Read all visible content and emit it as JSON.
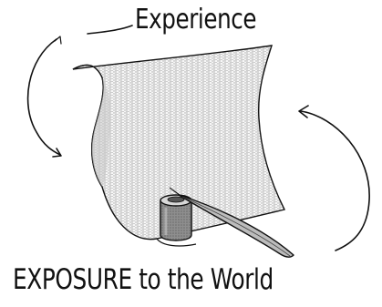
{
  "diagram": {
    "top_label": "Experience",
    "bottom_label": "EXPOSURE to the World",
    "nodes": [
      {
        "id": "experience",
        "label": "Experience"
      },
      {
        "id": "exposure",
        "label": "EXPOSURE to the World"
      }
    ],
    "illustration": {
      "items": [
        "scroll-paper",
        "ink-pot",
        "quill-pen"
      ],
      "stroke_color": "#111111",
      "paper_fill": "#f4f4f4",
      "shading_color": "#9a9a9a"
    },
    "arrows": [
      {
        "name": "left-cycle-arrow",
        "from": "experience",
        "to": "scroll-paper"
      },
      {
        "name": "right-cycle-arrow",
        "from": "exposure",
        "to": "scroll-paper"
      }
    ]
  }
}
